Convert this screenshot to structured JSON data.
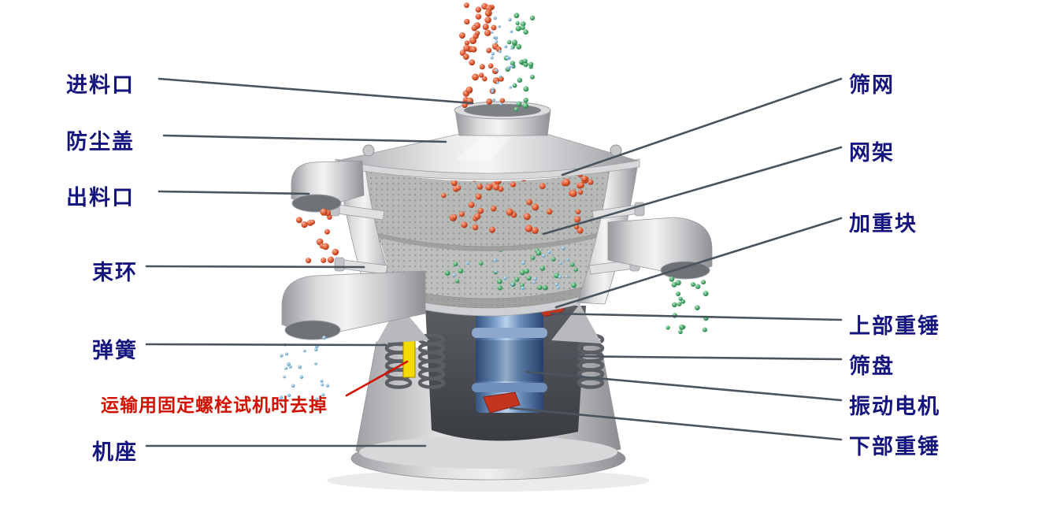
{
  "labels": {
    "feed_inlet": "进料口",
    "dust_cover": "防尘盖",
    "discharge_outlet": "出料口",
    "clamp_ring": "束环",
    "spring": "弹簧",
    "base": "机座",
    "screen_mesh": "筛网",
    "mesh_frame": "网架",
    "weight_block": "加重块",
    "upper_hammer": "上部重锤",
    "sieve_tray": "筛盘",
    "vibration_motor": "振动电机",
    "lower_hammer": "下部重锤"
  },
  "note": {
    "transport_bolt": "运输用固定螺栓试机时去掉"
  },
  "colors": {
    "label_text": "#15157f",
    "note_text": "#d21000",
    "leader_line": "#49545e",
    "particle_red": "#d84f2e",
    "particle_green": "#49a86a",
    "particle_blue": "#86b9da",
    "motor_blue": "#5e82b4",
    "weight_red": "#c43520",
    "bolt_yellow": "#f4da00",
    "metal_gray": "#cfcfd2"
  }
}
